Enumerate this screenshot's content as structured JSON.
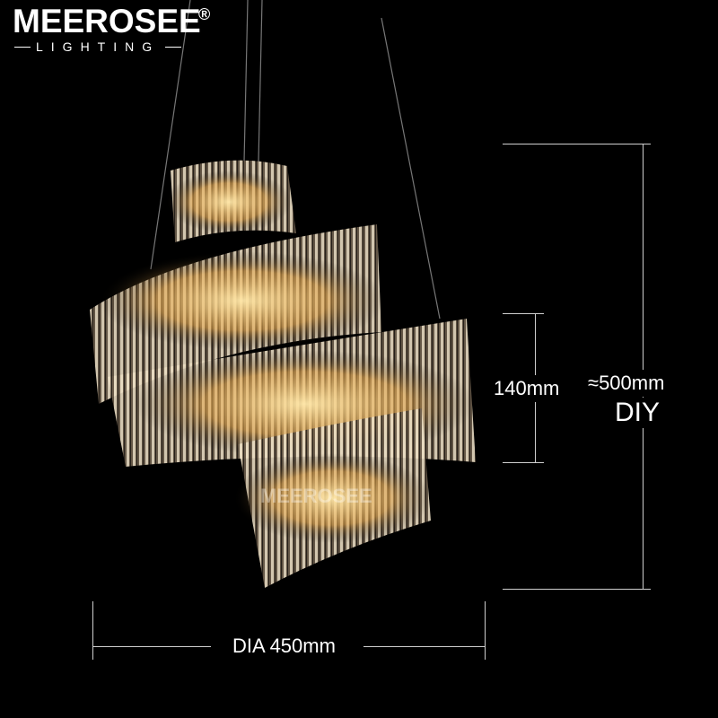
{
  "logo": {
    "brand": "MEEROSEE",
    "registered": "®",
    "subtitle": "LIGHTING"
  },
  "watermark": "MEEROSEE",
  "dimensions": {
    "total_height": "≈500mm",
    "adjustable": "DIY",
    "ring_height": "140mm",
    "diameter": "DIA 450mm"
  },
  "colors": {
    "background": "#000000",
    "glow": "#f5c46a",
    "crystal": "#b9b2a8"
  }
}
